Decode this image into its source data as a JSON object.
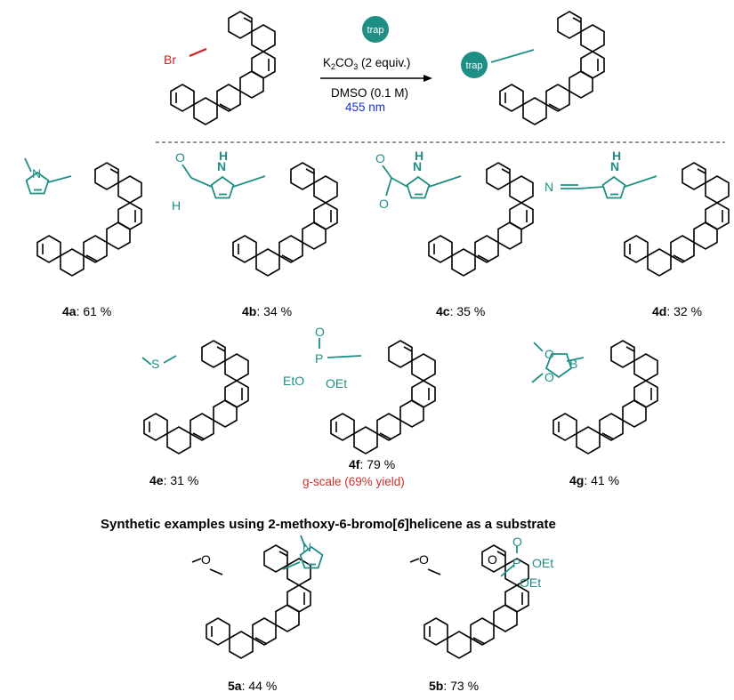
{
  "reaction": {
    "substituent": "Br",
    "trap_label": "trap",
    "cond_reagent": "K",
    "cond_sub": "2",
    "cond_reagent_rest": "CO",
    "cond_sub2": "3",
    "cond_reagent_tail": " (2 equiv.)",
    "solvent": "DMSO (0.1 M)",
    "light": "455 nm"
  },
  "products": [
    {
      "id": "4a",
      "yield": ": 61 %",
      "atoms": [
        "N"
      ]
    },
    {
      "id": "4b",
      "yield": ": 34 %",
      "atoms": [
        "O",
        "H",
        "N",
        "H"
      ]
    },
    {
      "id": "4c",
      "yield": ": 35 %",
      "atoms": [
        "O",
        "O",
        "N",
        "H"
      ]
    },
    {
      "id": "4d",
      "yield": ": 32 %",
      "atoms": [
        "N",
        "N",
        "H"
      ]
    },
    {
      "id": "4e",
      "yield": ": 31 %",
      "atoms": [
        "S"
      ]
    },
    {
      "id": "4f",
      "yield": ": 79 %",
      "note": "g-scale (69% yield)",
      "atoms": [
        "O",
        "P",
        "EtO",
        "OEt"
      ]
    },
    {
      "id": "4g",
      "yield": ": 41 %",
      "atoms": [
        "O",
        "O",
        "B"
      ]
    }
  ],
  "section_heading": {
    "pre": "Synthetic examples using 2-methoxy-6-bromo[",
    "italic": "6",
    "post": "]helicene as a substrate"
  },
  "substrate2": [
    {
      "id": "5a",
      "yield": ": 44 %",
      "atoms": [
        "O",
        "N"
      ]
    },
    {
      "id": "5b",
      "yield": ": 73 %",
      "atoms": [
        "O",
        "O",
        "P",
        "OEt",
        "OEt"
      ]
    }
  ],
  "colors": {
    "teal": "#1f8f86",
    "red": "#d0302a",
    "blue": "#1a2fd8"
  }
}
